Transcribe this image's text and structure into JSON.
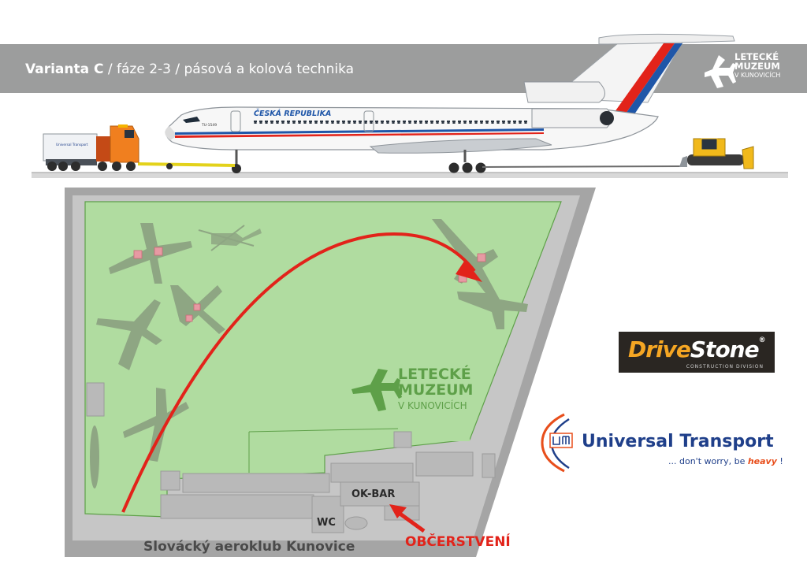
{
  "banner": {
    "title_bold": "Varianta C",
    "title_rest": " / fáze 2-3 / pásová a kolová technika"
  },
  "museum_logo": {
    "line1": "LETECKÉ",
    "line2": "MUZEUM",
    "line3": "V KUNOVICÍCH"
  },
  "aircraft": {
    "livery_text": "ČESKÁ REPUBLIKA",
    "registration": "TU-1549"
  },
  "truck": {
    "trailer_text": "Universal Transport"
  },
  "map": {
    "museum_label": {
      "line1": "LETECKÉ",
      "line2": "MUZEUM",
      "line3": "V KUNOVICÍCH"
    },
    "okbar": "OK-BAR",
    "wc": "WC",
    "aeroklub": "Slovácký aeroklub Kunovice",
    "refreshment": "OBČERSTVENÍ"
  },
  "sponsors": {
    "drivestone_a": "Drive",
    "drivestone_b": "Stone",
    "drivestone_mark": "®",
    "drivestone_sub": "CONSTRUCTION DIVISION",
    "ut_name": "Universal Transport",
    "ut_slogan_a": "... don't worry, be ",
    "ut_slogan_b": "heavy",
    "ut_slogan_c": " !"
  },
  "colors": {
    "banner": "#9c9d9d",
    "field": "#b0dca0",
    "field_border": "#5ea049",
    "ground": "#a5a5a5",
    "route_arrow": "#e2231a",
    "refresh_label": "#e2231a",
    "ut_blue": "#1f3f8a",
    "ut_orange": "#e84e1b"
  }
}
